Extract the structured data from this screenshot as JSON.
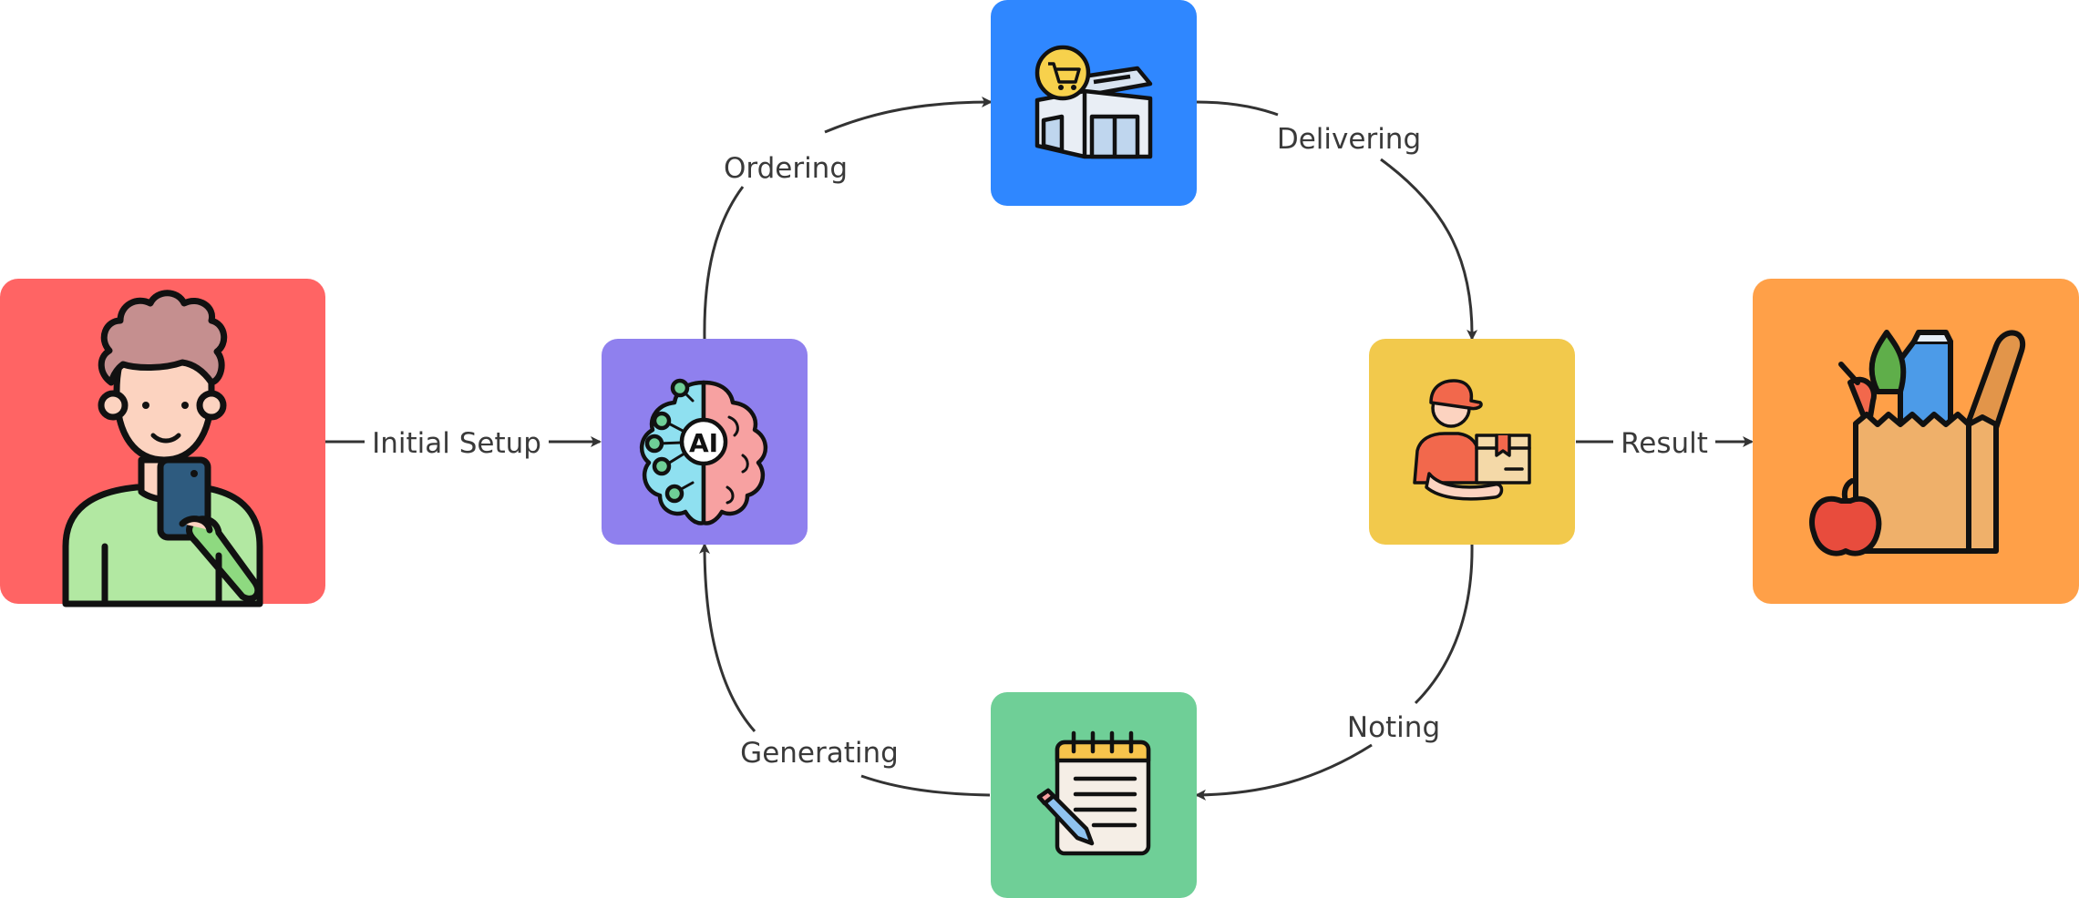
{
  "diagram": {
    "nodes": [
      {
        "id": "user",
        "icon": "person-with-phone-icon",
        "color": "#FF6464"
      },
      {
        "id": "ai",
        "icon": "ai-brain-icon",
        "color": "#8F80EE"
      },
      {
        "id": "store",
        "icon": "grocery-store-icon",
        "color": "#2F87FF"
      },
      {
        "id": "courier",
        "icon": "delivery-courier-icon",
        "color": "#F2C94C"
      },
      {
        "id": "notes",
        "icon": "notepad-icon",
        "color": "#6FCF97"
      },
      {
        "id": "groceries",
        "icon": "grocery-bag-icon",
        "color": "#FFA048"
      }
    ],
    "edges": [
      {
        "from": "user",
        "to": "ai",
        "label": "Initial Setup"
      },
      {
        "from": "ai",
        "to": "store",
        "label": "Ordering"
      },
      {
        "from": "store",
        "to": "courier",
        "label": "Delivering"
      },
      {
        "from": "courier",
        "to": "groceries",
        "label": "Result"
      },
      {
        "from": "courier",
        "to": "notes",
        "label": "Noting"
      },
      {
        "from": "notes",
        "to": "ai",
        "label": "Generating"
      }
    ]
  }
}
